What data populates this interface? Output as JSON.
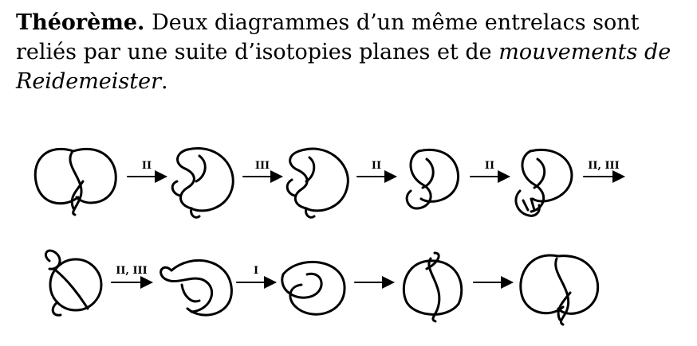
{
  "theorem": {
    "label": "Théorème.",
    "text_1": "Deux diagrammes d’un même entrelacs sont reliés par une suite d’isotopies planes et de",
    "term": "mouvements de Reidemeister",
    "end": "."
  },
  "figure": {
    "row1_moves": [
      "II",
      "III",
      "II",
      "II",
      "II, III"
    ],
    "row2_moves": [
      "II, III",
      "I",
      "",
      "",
      ""
    ]
  }
}
